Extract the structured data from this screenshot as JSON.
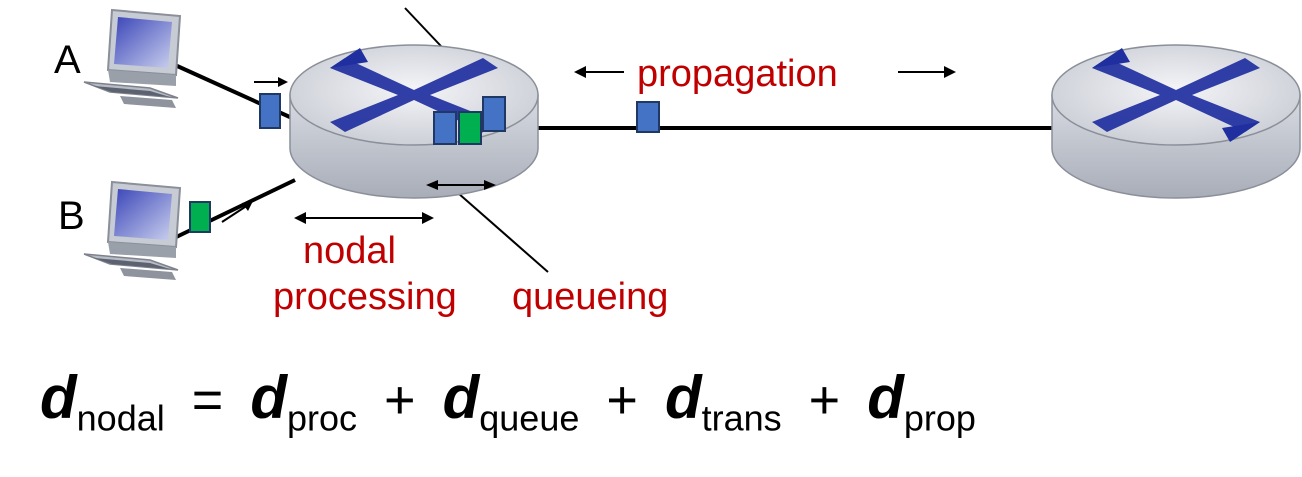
{
  "hosts": {
    "a_label": "A",
    "b_label": "B"
  },
  "labels": {
    "propagation": "propagation",
    "nodal": "nodal",
    "processing": "processing",
    "queueing": "queueing"
  },
  "formula": {
    "var": "d",
    "lhs_sub": "nodal",
    "eq": "=",
    "terms": [
      "proc",
      "queue",
      "trans",
      "prop"
    ],
    "plus": "+"
  },
  "colors": {
    "packet_blue": "#4472c4",
    "packet_green": "#00b050",
    "label_red": "#c00000",
    "router_x": "#1f2f9f"
  }
}
